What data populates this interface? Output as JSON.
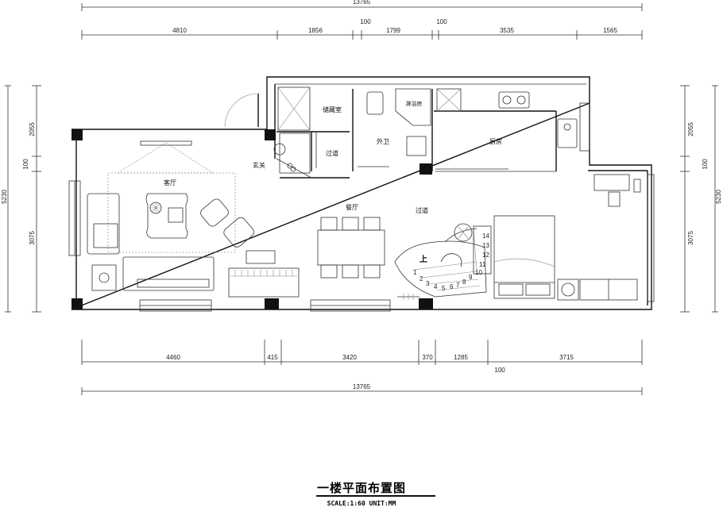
{
  "title": "一楼平面布置图",
  "scale_note": "SCALE:1:60 UNIT:MM",
  "rooms": {
    "living": "客厅",
    "entry": "玄关",
    "storage": "储藏室",
    "corridor_left": "过道",
    "bathroom": "外卫",
    "shower": "淋浴房",
    "kitchen": "厨房",
    "dining": "餐厅",
    "corridor_right": "过道",
    "stair_up": "上"
  },
  "stair_numbers": [
    "1",
    "2",
    "3",
    "4",
    "5",
    "6",
    "7",
    "8",
    "9",
    "10",
    "11",
    "12",
    "13",
    "14"
  ],
  "dims": {
    "top_total": "13765",
    "top_mid_a": "100",
    "top_mid_b": "100",
    "top_segments": [
      "4810",
      "1856",
      "1799",
      "3535",
      "1565"
    ],
    "bottom_segments": [
      "4460",
      "415",
      "3420",
      "370",
      "1285",
      "3715"
    ],
    "bottom_mid": "100",
    "bottom_total": "13765",
    "left": [
      "2055",
      "100",
      "3075"
    ],
    "left_total": "5230",
    "right": [
      "2055",
      "100",
      "3075"
    ],
    "right_total": "5230"
  }
}
